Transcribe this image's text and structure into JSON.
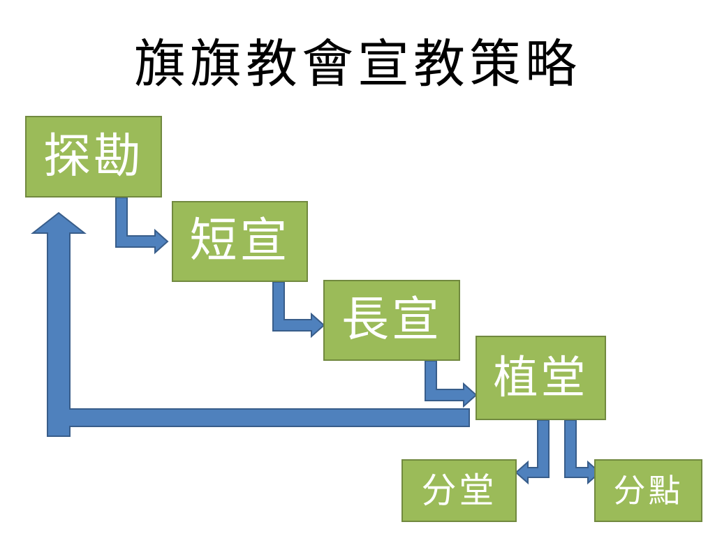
{
  "title": "旗旗教會宣教策略",
  "nodes": {
    "explore": "探勘",
    "short_term": "短宣",
    "long_term": "長宣",
    "church_plant": "植堂",
    "branch_church": "分堂",
    "branch_point": "分點"
  },
  "colors": {
    "box_fill": "#9BBB59",
    "box_border": "#71893F",
    "arrow_fill": "#4F81BD",
    "arrow_border": "#385D8A",
    "text": "#FFFFFF",
    "title": "#000000"
  }
}
